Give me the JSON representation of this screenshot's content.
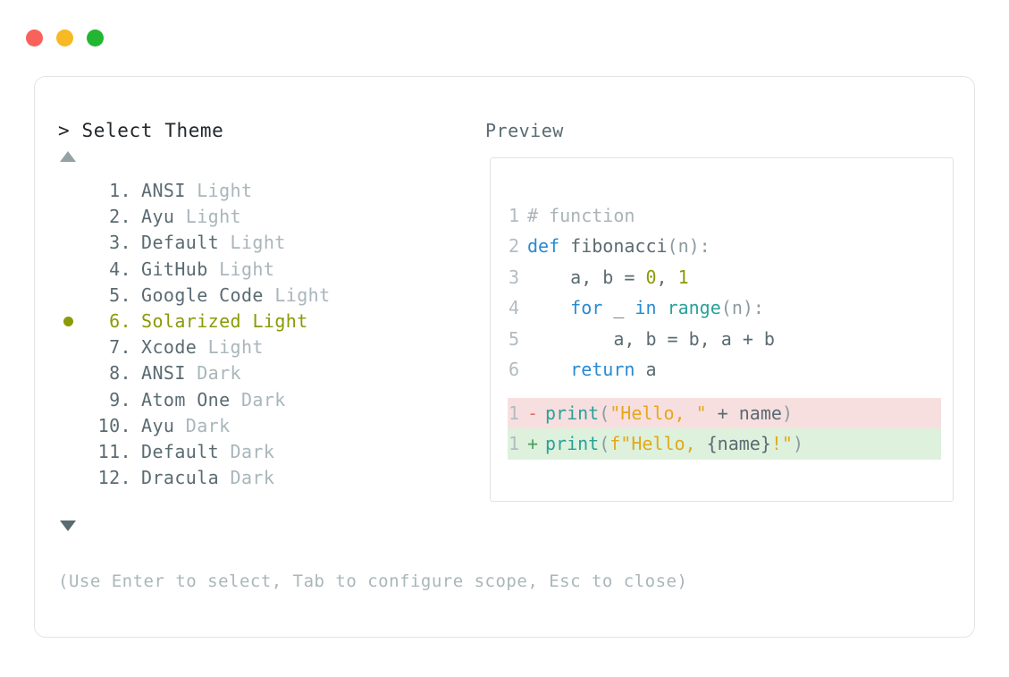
{
  "window": {
    "traffic_lights": [
      {
        "name": "close-button",
        "color": "#f9615b"
      },
      {
        "name": "minimize-button",
        "color": "#f7b924"
      },
      {
        "name": "maximize-button",
        "color": "#22b633"
      }
    ]
  },
  "selector": {
    "prompt_caret": ">",
    "title": "Select Theme",
    "scroll_up_icon": "triangle-up-icon",
    "scroll_down_icon": "triangle-down-icon",
    "selected_index": 6,
    "items": [
      {
        "num": "1.",
        "name": "ANSI",
        "variant": "Light",
        "selected": false
      },
      {
        "num": "2.",
        "name": "Ayu",
        "variant": "Light",
        "selected": false
      },
      {
        "num": "3.",
        "name": "Default",
        "variant": "Light",
        "selected": false
      },
      {
        "num": "4.",
        "name": "GitHub",
        "variant": "Light",
        "selected": false
      },
      {
        "num": "5.",
        "name": "Google Code",
        "variant": "Light",
        "selected": false
      },
      {
        "num": "6.",
        "name": "Solarized",
        "variant": "Light",
        "selected": true
      },
      {
        "num": "7.",
        "name": "Xcode",
        "variant": "Light",
        "selected": false
      },
      {
        "num": "8.",
        "name": "ANSI",
        "variant": "Dark",
        "selected": false
      },
      {
        "num": "9.",
        "name": "Atom One",
        "variant": "Dark",
        "selected": false
      },
      {
        "num": "10.",
        "name": "Ayu",
        "variant": "Dark",
        "selected": false
      },
      {
        "num": "11.",
        "name": "Default",
        "variant": "Dark",
        "selected": false
      },
      {
        "num": "12.",
        "name": "Dracula",
        "variant": "Dark",
        "selected": false
      }
    ],
    "footer_hint": "(Use Enter to select, Tab to configure scope, Esc to close)"
  },
  "preview": {
    "label": "Preview",
    "code_lines": [
      {
        "num": "1",
        "tokens": [
          {
            "t": "# function",
            "c": "comment"
          }
        ]
      },
      {
        "num": "2",
        "tokens": [
          {
            "t": "def ",
            "c": "key"
          },
          {
            "t": "fibonacci",
            "c": "plain"
          },
          {
            "t": "(n):",
            "c": "punct"
          }
        ]
      },
      {
        "num": "3",
        "tokens": [
          {
            "t": "    a, b = ",
            "c": "plain"
          },
          {
            "t": "0",
            "c": "num"
          },
          {
            "t": ", ",
            "c": "plain"
          },
          {
            "t": "1",
            "c": "num"
          }
        ]
      },
      {
        "num": "4",
        "tokens": [
          {
            "t": "    ",
            "c": "plain"
          },
          {
            "t": "for",
            "c": "key"
          },
          {
            "t": " _ ",
            "c": "plain"
          },
          {
            "t": "in",
            "c": "key"
          },
          {
            "t": " ",
            "c": "plain"
          },
          {
            "t": "range",
            "c": "fn"
          },
          {
            "t": "(n):",
            "c": "punct"
          }
        ]
      },
      {
        "num": "5",
        "tokens": [
          {
            "t": "        a, b = b, a + b",
            "c": "plain"
          }
        ]
      },
      {
        "num": "6",
        "tokens": [
          {
            "t": "    ",
            "c": "plain"
          },
          {
            "t": "return",
            "c": "key"
          },
          {
            "t": " a",
            "c": "plain"
          }
        ]
      }
    ],
    "diff_lines": [
      {
        "num": "1",
        "sign": "-",
        "kind": "del",
        "tokens": [
          {
            "t": "print",
            "c": "fn"
          },
          {
            "t": "(",
            "c": "punct"
          },
          {
            "t": "\"Hello, \"",
            "c": "str"
          },
          {
            "t": " + name",
            "c": "plain"
          },
          {
            "t": ")",
            "c": "punct"
          }
        ]
      },
      {
        "num": "1",
        "sign": "+",
        "kind": "add",
        "tokens": [
          {
            "t": "print",
            "c": "fn"
          },
          {
            "t": "(",
            "c": "punct"
          },
          {
            "t": "f\"Hello, ",
            "c": "str"
          },
          {
            "t": "{name}",
            "c": "plain"
          },
          {
            "t": "!\"",
            "c": "str"
          },
          {
            "t": ")",
            "c": "punct"
          }
        ]
      }
    ]
  }
}
